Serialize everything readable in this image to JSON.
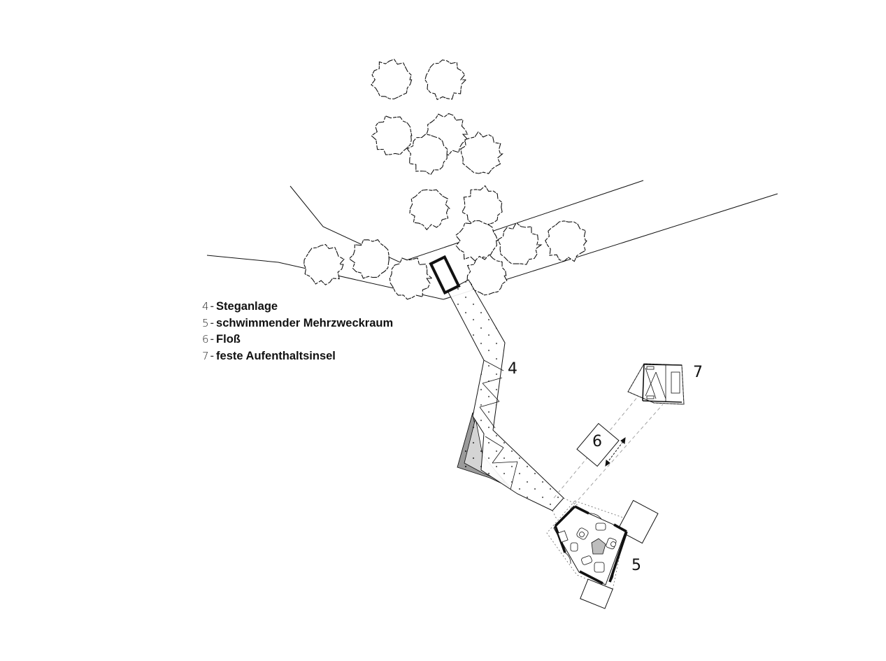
{
  "legend": {
    "items": [
      {
        "number": "4",
        "separator": "-",
        "label": "Steganlage"
      },
      {
        "number": "5",
        "separator": "-",
        "label": "schwimmender Mehrzweckraum"
      },
      {
        "number": "6",
        "separator": "-",
        "label": "Floß"
      },
      {
        "number": "7",
        "separator": "-",
        "label": "feste Aufenthaltsinsel"
      }
    ]
  },
  "plan_labels": {
    "jetty": "4",
    "floating_room": "5",
    "raft": "6",
    "island": "7"
  },
  "colors": {
    "line": "#111111",
    "dotted": "#555555",
    "dark_fill": "#9a9a9a",
    "light_fill": "#d4d4d4",
    "background": "#ffffff"
  },
  "icons": [
    "tree-icon",
    "double-arrow-icon",
    "door-swing-icon",
    "chair-icon",
    "table-icon"
  ]
}
